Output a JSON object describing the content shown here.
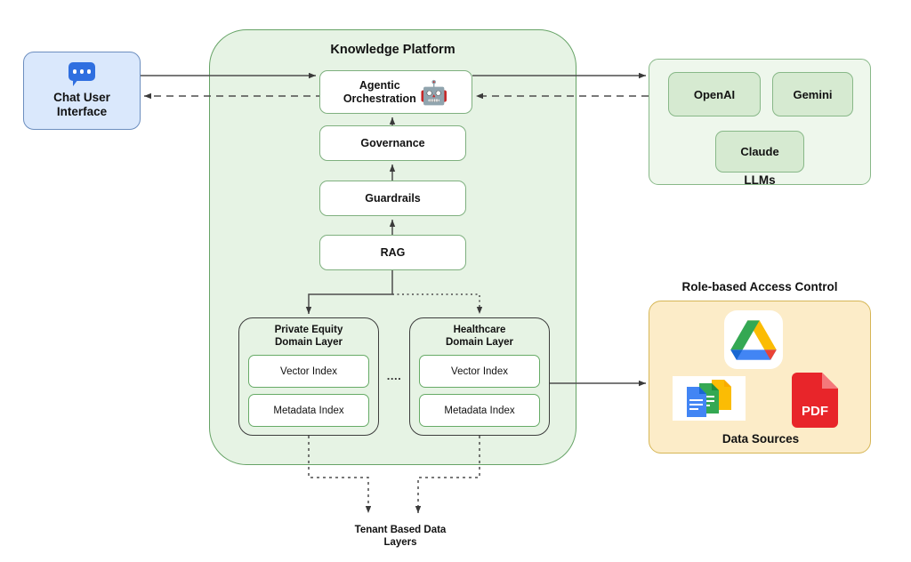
{
  "platform": {
    "title": "Knowledge Platform",
    "stack": [
      {
        "id": "agentic",
        "label": "Agentic\nOrchestration",
        "icon": "robot-icon",
        "glyph": "🤖"
      },
      {
        "id": "governance",
        "label": "Governance"
      },
      {
        "id": "guardrails",
        "label": "Guardrails"
      },
      {
        "id": "rag",
        "label": "RAG"
      }
    ],
    "domain_layers": [
      {
        "id": "private-equity",
        "title": "Private Equity\nDomain Layer",
        "items": [
          "Vector Index",
          "Metadata Index"
        ]
      },
      {
        "id": "healthcare",
        "title": "Healthcare\nDomain Layer",
        "items": [
          "Vector Index",
          "Metadata Index"
        ]
      }
    ],
    "separator": "....",
    "colors": {
      "fill": "#e6f3e4",
      "border": "#66a366",
      "box_border": "#7fb07f"
    }
  },
  "chat_ui": {
    "label": "Chat User\nInterface",
    "icon": "chat-bubble-icon",
    "colors": {
      "fill": "#dae8fc",
      "border": "#6c8ebf",
      "icon": "#2f6fe0"
    }
  },
  "llms": {
    "label": "LLMs",
    "providers": [
      "OpenAI",
      "Gemini",
      "Claude"
    ],
    "colors": {
      "panel_fill": "#eef7ec",
      "chip_fill": "#d6ead1",
      "border": "#88b888"
    }
  },
  "rbac": {
    "title": "Role-based Access Control",
    "panel_label": "Data Sources",
    "icons": [
      "google-drive-icon",
      "google-workspace-docs-icon",
      "pdf-icon"
    ],
    "pdf_label": "PDF",
    "colors": {
      "fill": "#fcecc8",
      "border": "#d6b656"
    }
  },
  "tenant": {
    "label": "Tenant Based Data\nLayers"
  }
}
